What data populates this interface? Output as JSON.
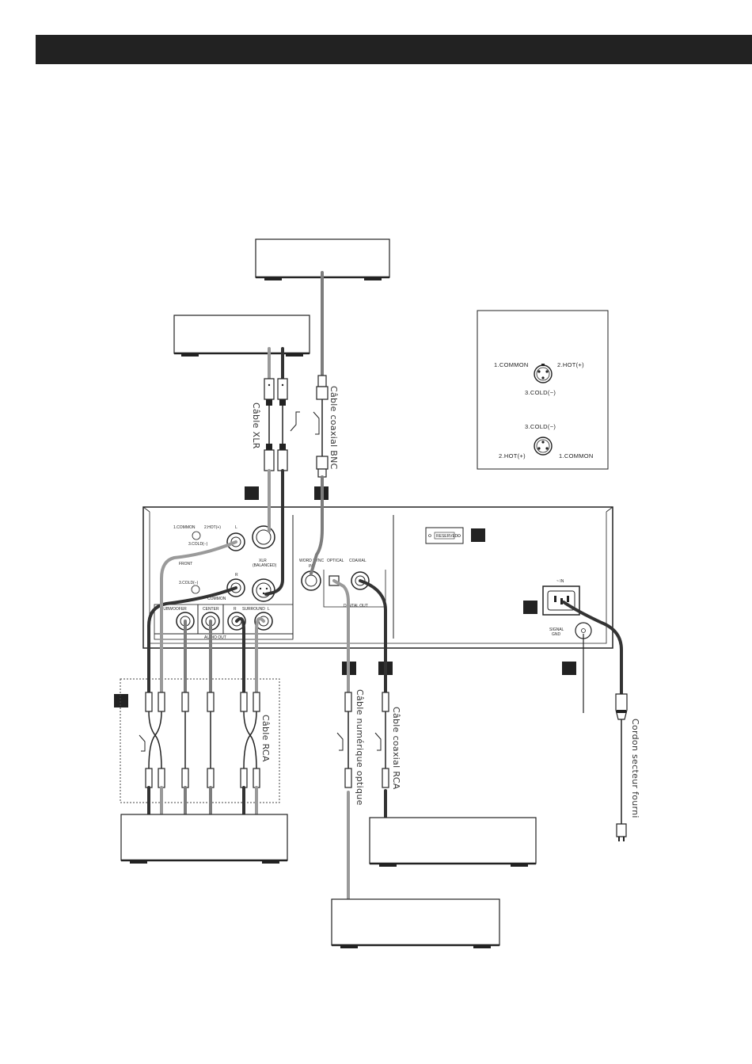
{
  "colors": {
    "header_bar": "#222222",
    "dark_cable": "#333333",
    "light_cable": "#9a9a9a",
    "marker": "#222222"
  },
  "panel": {
    "xlr_l": "L",
    "xlr_r": "R",
    "front": "FRONT",
    "xlr_balanced": "XLR",
    "balanced": "(BALANCED)",
    "pin_common_top": "1.COMMON",
    "pin_hot_top": "2.HOT(+)",
    "pin_cold_top": "3.COLD(−)",
    "pin_cold_bottom": "3.COLD(−)",
    "pin_common_bottom": "COMMON",
    "subwoofer": "SUBWOOFER",
    "center": "CENTER",
    "surround_r": "R",
    "surround": "SURROUND",
    "surround_l": "L",
    "audio_out": "AUDIO OUT",
    "word_sync": "WORD SYNC",
    "word_sync_in": "IN",
    "optical": "OPTICAL",
    "coaxial": "COAXIAL",
    "digital_out": "DIGITAL OUT",
    "reserved": "RESERVED",
    "ac_in": "~ IN",
    "signal_gnd_1": "SIGNAL",
    "signal_gnd_2": "GND"
  },
  "pinout": {
    "female_common": "1.COMMON",
    "female_hot": "2.HOT(+)",
    "female_cold": "3.COLD(−)",
    "male_cold": "3.COLD(−)",
    "male_hot": "2.HOT(+)",
    "male_common": "1.COMMON"
  },
  "cables": {
    "xlr": "Câble XLR",
    "bnc": "Câble coaxial BNC",
    "rca": "Câble RCA",
    "optical": "Câble numérique optique",
    "coaxial_rca": "Câble coaxial RCA",
    "power": "Cordon secteur fourni"
  }
}
